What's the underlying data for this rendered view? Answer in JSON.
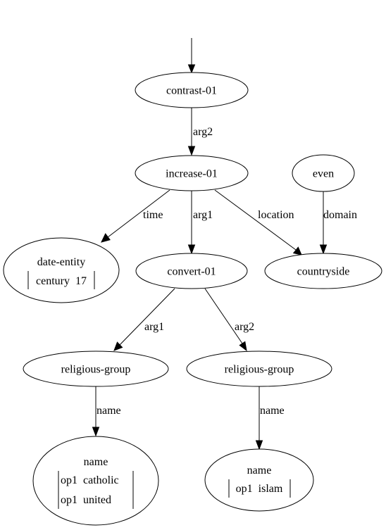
{
  "nodes": {
    "contrast": "contrast-01",
    "increase": "increase-01",
    "even": "even",
    "date_entity": {
      "label": "date-entity",
      "attr": "century  17"
    },
    "convert": "convert-01",
    "countryside": "countryside",
    "religious_group_1": "religious-group",
    "religious_group_2": "religious-group",
    "name_1": {
      "label": "name",
      "attrs": [
        "op1  catholic",
        "op1  united"
      ]
    },
    "name_2": {
      "label": "name",
      "attr": "op1  islam"
    }
  },
  "edges": {
    "contrast_increase": "arg2",
    "increase_date": "time",
    "increase_convert": "arg1",
    "increase_countryside": "location",
    "even_countryside": "domain",
    "convert_rg1": "arg1",
    "convert_rg2": "arg2",
    "rg1_name": "name",
    "rg2_name": "name"
  }
}
